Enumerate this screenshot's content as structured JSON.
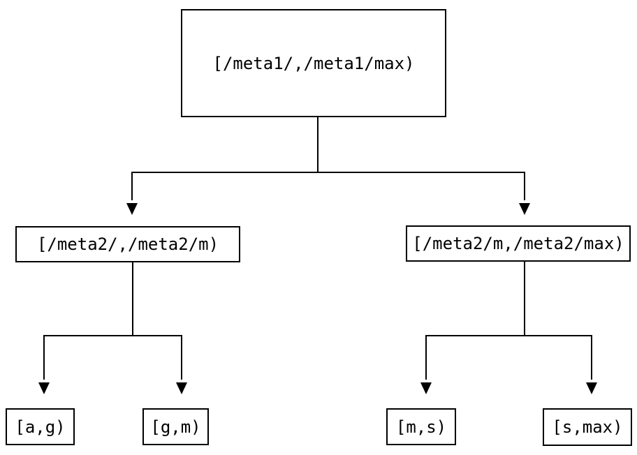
{
  "diagram": {
    "type": "tree",
    "colors": {
      "background": "#ffffff",
      "line": "#000000",
      "text": "#000000",
      "node_border": "#000000",
      "node_fill": "#ffffff"
    },
    "nodes": {
      "root": {
        "label": "[/meta1/,/meta1/max)"
      },
      "left": {
        "label": "[/meta2/,/meta2/m)"
      },
      "right": {
        "label": "[/meta2/m,/meta2/max)"
      },
      "leaf1": {
        "label": "[a,g)"
      },
      "leaf2": {
        "label": "[g,m)"
      },
      "leaf3": {
        "label": "[m,s)"
      },
      "leaf4": {
        "label": "[s,max)"
      }
    },
    "edges": [
      {
        "from": "[/meta1/,/meta1/max)",
        "to": "[/meta2/,/meta2/m)"
      },
      {
        "from": "[/meta1/,/meta1/max)",
        "to": "[/meta2/m,/meta2/max)"
      },
      {
        "from": "[/meta2/,/meta2/m)",
        "to": "[a,g)"
      },
      {
        "from": "[/meta2/,/meta2/m)",
        "to": "[g,m)"
      },
      {
        "from": "[/meta2/m,/meta2/max)",
        "to": "[m,s)"
      },
      {
        "from": "[/meta2/m,/meta2/max)",
        "to": "[s,max)"
      }
    ]
  }
}
